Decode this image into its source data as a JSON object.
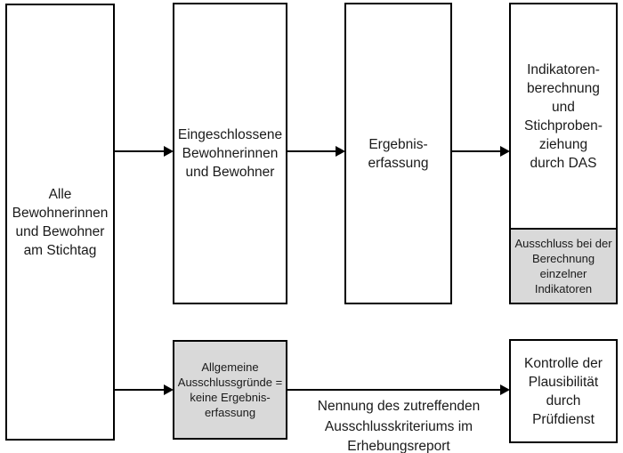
{
  "diagram": {
    "colors": {
      "background": "#ffffff",
      "box_border": "#000000",
      "box_fill": "#ffffff",
      "gray_fill": "#d9d9d9",
      "arrow": "#000000",
      "text": "#1a1a1a"
    },
    "boxes": {
      "all_residents": {
        "label": "Alle\nBewohnerinnen\nund Bewohner\nam Stichtag"
      },
      "included_residents": {
        "label": "Eingeschlossene\nBewohnerinnen\nund Bewohner"
      },
      "result_capture": {
        "label": "Ergebnis-\nerfassung"
      },
      "indicator_calculation": {
        "label": "Indikatoren-\nberechnung\nund\nStichproben-\nziehung\ndurch DAS"
      },
      "exclusion_single_indicators": {
        "label": "Ausschluss bei der\nBerechnung\neinzelner\nIndikatoren"
      },
      "general_exclusion": {
        "label": "Allgemeine\nAusschlussgründe =\nkeine Ergebnis-\nerfassung"
      },
      "plausibility_check": {
        "label": "Kontrolle der\nPlausibilität\ndurch\nPrüfdienst"
      }
    },
    "annotations": {
      "exclusion_note": {
        "label": "Nennung des zutreffenden\nAusschlusskriteriums im\nErhebungsreport"
      }
    }
  }
}
